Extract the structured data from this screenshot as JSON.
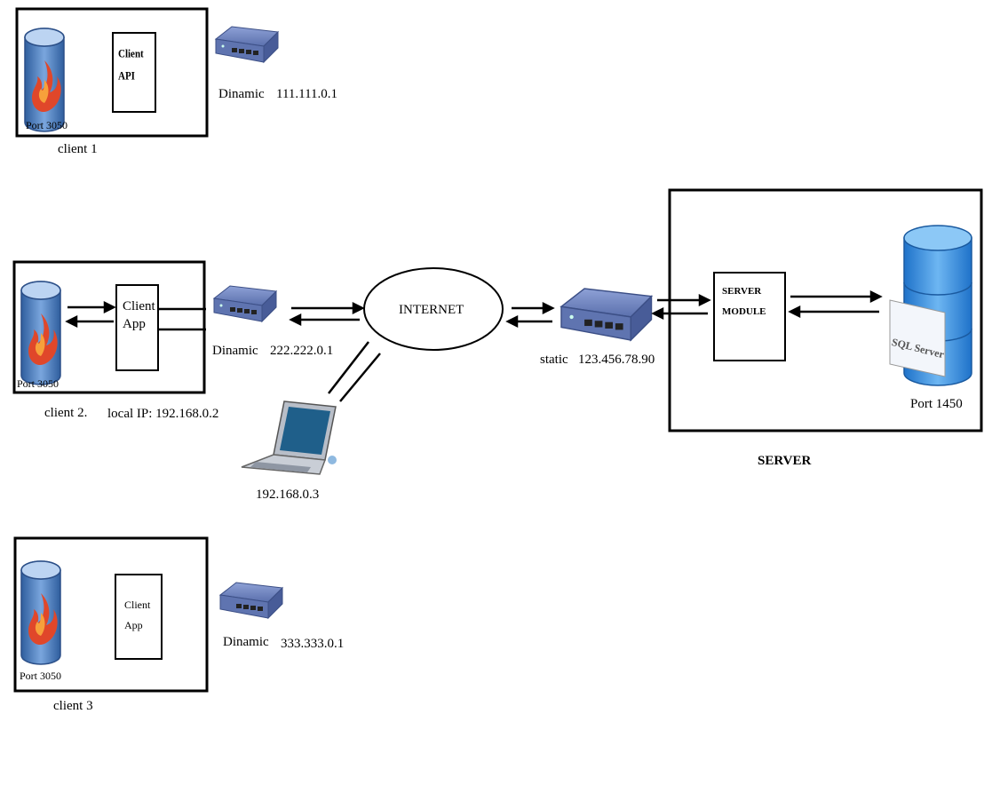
{
  "client1": {
    "box_label": "client 1",
    "db_port": "Port 3050",
    "app_label_line1": "Client",
    "app_label_line2": "API",
    "router_label": "Dinamic",
    "router_ip": "111.111.0.1"
  },
  "client2": {
    "box_label": "client 2.",
    "local_ip": "local IP: 192.168.0.2",
    "db_port": "Port 3050",
    "app_label_line1": "Client",
    "app_label_line2": "App",
    "router_label": "Dinamic",
    "router_ip": "222.222.0.1"
  },
  "laptop": {
    "ip": "192.168.0.3"
  },
  "client3": {
    "box_label": "client 3",
    "db_port": "Port 3050",
    "app_label_line1": "Client",
    "app_label_line2": "App",
    "router_label": "Dinamic",
    "router_ip": "333.333.0.1"
  },
  "internet": {
    "label": "INTERNET"
  },
  "server_router": {
    "label": "static",
    "ip": "123.456.78.90"
  },
  "server": {
    "title": "SERVER",
    "module_line1": "SERVER",
    "module_line2": "MODULE",
    "db_port": "Port 1450",
    "db_logo_text": "SQL Server"
  },
  "colors": {
    "router_blue": "#6d83c0",
    "db_blue": "#3f73b8",
    "flame_red": "#e0472a",
    "flame_orange": "#f7a13b"
  }
}
